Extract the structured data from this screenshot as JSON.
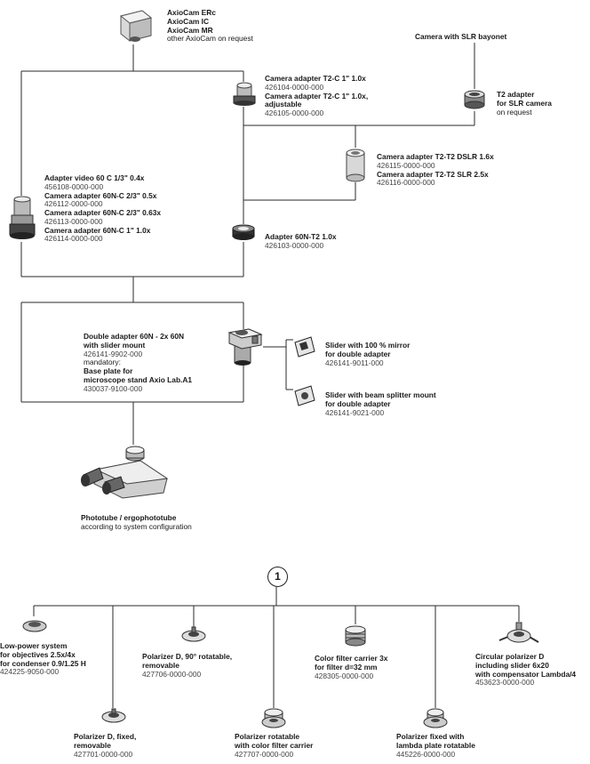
{
  "cameras_axiocam": [
    "AxioCam ERc",
    "AxioCam IC",
    "AxioCam MR"
  ],
  "cameras_axiocam_note": "other AxioCam on request",
  "camera_slr_title": "Camera with SLR bayonet",
  "t2c": {
    "l1": "Camera adapter T2-C 1\" 1.0x",
    "n1": "426104-0000-000",
    "l2": "Camera adapter T2-C 1\" 1.0x,",
    "l3": "adjustable",
    "n2": "426105-0000-000"
  },
  "t2": {
    "l1": "T2 adapter",
    "l2": "for SLR camera",
    "note": "on request"
  },
  "t2t2": {
    "l1": "Camera adapter T2-T2 DSLR 1.6x",
    "n1": "426115-0000-000",
    "l2": "Camera adapter T2-T2 SLR 2.5x",
    "n2": "426116-0000-000"
  },
  "video": {
    "l1": "Adapter video 60 C 1/3\" 0.4x",
    "n1": "456108-0000-000",
    "l2": "Camera adapter 60N-C 2/3\" 0.5x",
    "n2": "426112-0000-000",
    "l3": "Camera adapter 60N-C 2/3\" 0.63x",
    "n3": "426113-0000-000",
    "l4": "Camera adapter 60N-C 1\" 1.0x",
    "n4": "426114-0000-000"
  },
  "a60t2": {
    "l1": "Adapter 60N-T2 1.0x",
    "n1": "426103-0000-000"
  },
  "double": {
    "l1": "Double adapter 60N - 2x 60N",
    "l2": "with slider mount",
    "n1": "426141-9902-000",
    "mand": "mandatory:",
    "l3": "Base plate for",
    "l4": "microscope stand Axio Lab.A1",
    "n2": "430037-9100-000"
  },
  "slider1": {
    "l1": "Slider with 100 % mirror",
    "l2": "for double adapter",
    "n1": "426141-9011-000"
  },
  "slider2": {
    "l1": "Slider with beam splitter mount",
    "l2": "for double adapter",
    "n1": "426141-9021-000"
  },
  "phototube": {
    "l1": "Phototube / ergophototube",
    "l2": "according to system configuration"
  },
  "badge": "1",
  "lowpower": {
    "l1": "Low-power system",
    "l2": "for objectives 2.5x/4x",
    "l3": "for condenser 0.9/1.25 H",
    "n1": "424225-9050-000"
  },
  "pol90": {
    "l1": "Polarizer D, 90° rotatable,",
    "l2": "removable",
    "n1": "427706-0000-000"
  },
  "colorfilter": {
    "l1": "Color filter carrier 3x",
    "l2": "for filter d=32 mm",
    "n1": "428305-0000-000"
  },
  "circular": {
    "l1": "Circular polarizer D",
    "l2": "including slider 6x20",
    "l3": "with compensator Lambda/4",
    "n1": "453623-0000-000"
  },
  "polfixed": {
    "l1": "Polarizer D, fixed,",
    "l2": "removable",
    "n1": "427701-0000-000"
  },
  "polrot": {
    "l1": "Polarizer rotatable",
    "l2": "with color filter carrier",
    "n1": "427707-0000-000"
  },
  "pollambda": {
    "l1": "Polarizer fixed with",
    "l2": "lambda plate rotatable",
    "n1": "445226-0000-000"
  }
}
